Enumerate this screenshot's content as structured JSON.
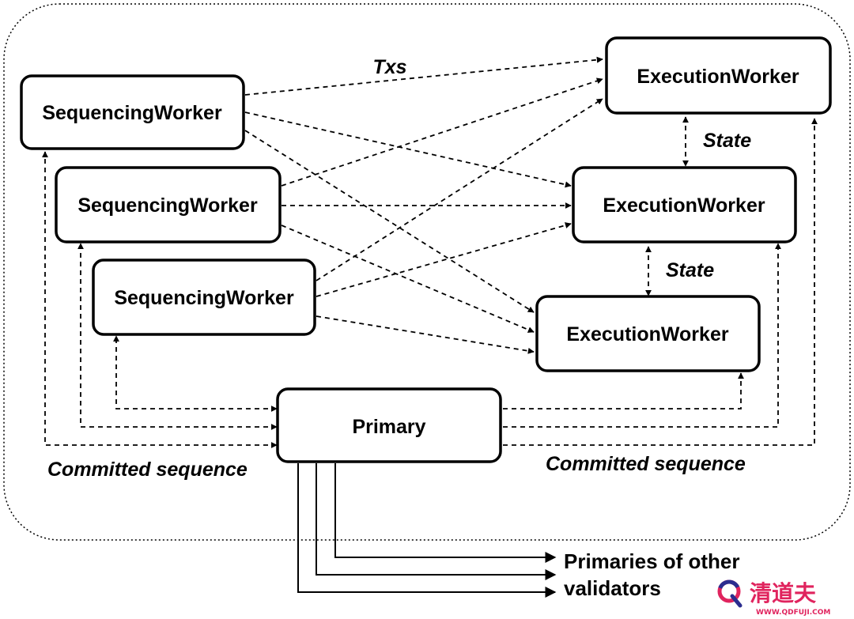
{
  "nodes": {
    "sequencing_1": "SequencingWorker",
    "sequencing_2": "SequencingWorker",
    "sequencing_3": "SequencingWorker",
    "execution_1": "ExecutionWorker",
    "execution_2": "ExecutionWorker",
    "execution_3": "ExecutionWorker",
    "primary": "Primary"
  },
  "edge_labels": {
    "txs": "Txs",
    "state_1": "State",
    "state_2": "State",
    "committed_left": "Committed sequence",
    "committed_right": "Committed sequence"
  },
  "outputs": {
    "line_1": "Primaries of other",
    "line_2": "validators"
  },
  "watermark": {
    "brand": "清道夫",
    "url": "WWW.QDFUJI.COM",
    "accent_color": "#e0245e"
  }
}
